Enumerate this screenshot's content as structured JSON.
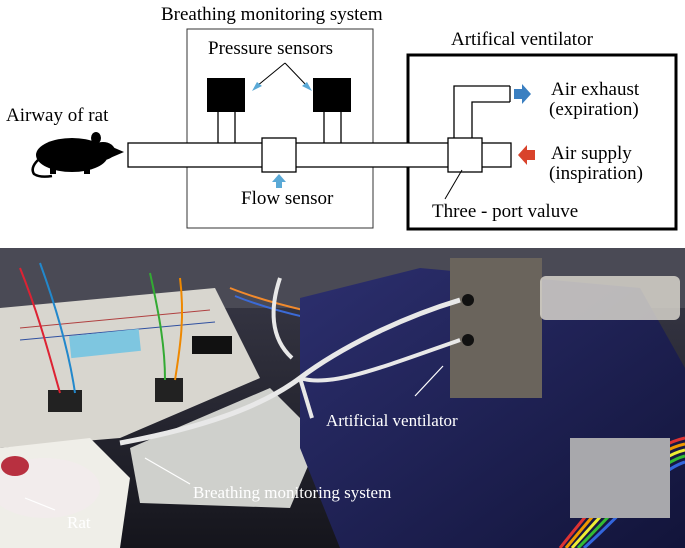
{
  "diagram": {
    "system_title": "Breathing monitoring system",
    "ventilator_title": "Artifical ventilator",
    "pressure_sensors": "Pressure sensors",
    "airway": "Airway of rat",
    "flow_sensor": "Flow sensor",
    "air_exhaust_line1": "Air exhaust",
    "air_exhaust_line2": "(expiration)",
    "air_supply_line1": "Air supply",
    "air_supply_line2": "(inspiration)",
    "three_port": "Three - port valuve",
    "colors": {
      "exhaust_arrow": "#3a7fc1",
      "supply_arrow": "#d9432b",
      "sensor_arrow": "#5aa9d6"
    }
  },
  "photo": {
    "artificial_ventilator": "Artificial ventilator",
    "breathing_monitoring_system": "Breathing monitoring system",
    "rat": "Rat"
  }
}
